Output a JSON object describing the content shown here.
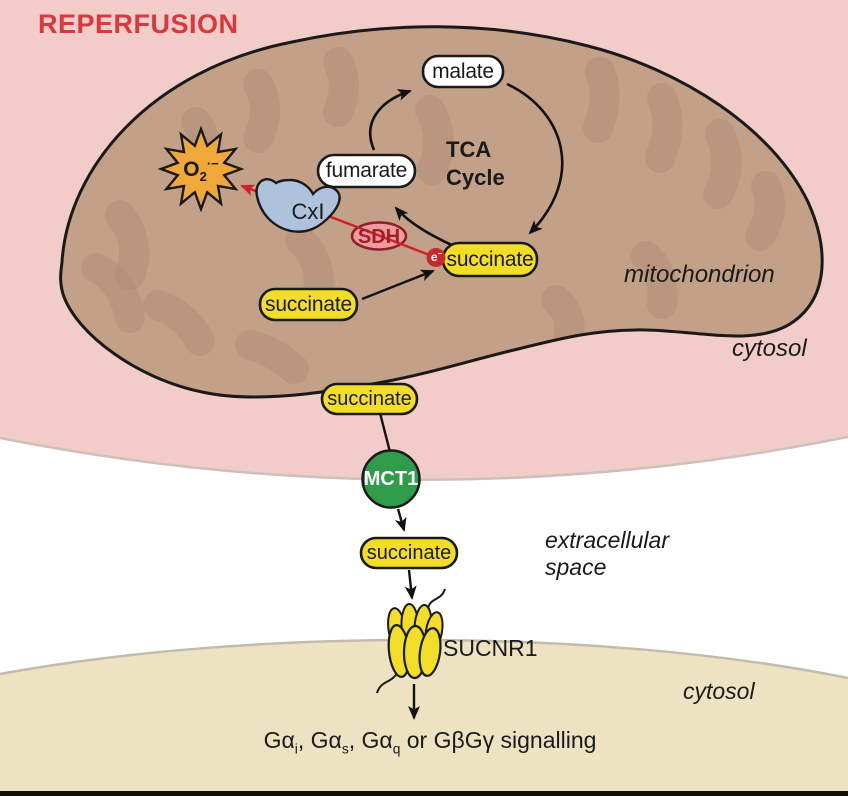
{
  "title": "REPERFUSION",
  "mitochondrion": {
    "label": "mitochondrion",
    "tca_label": "TCA Cycle",
    "metabolites": {
      "malate": "malate",
      "fumarate": "fumarate",
      "succinate_cycle": "succinate",
      "succinate_matrix": "succinate"
    },
    "enzymes": {
      "sdh": "SDH",
      "complex1": "CxI"
    },
    "ros": {
      "base": "O",
      "subscript": "2",
      "superscript": "·−"
    },
    "electron": {
      "base": "e",
      "superscript": "−"
    }
  },
  "cytosol_upper_label": "cytosol",
  "cytosol_succinate": "succinate",
  "transporter_label": "MCT1",
  "extracellular": {
    "label": "extracellular space",
    "succinate": "succinate"
  },
  "receptor_label": "SUCNR1",
  "cytosol_lower_label": "cytosol",
  "signalling": {
    "g_alpha_1": "Gα",
    "sub_1": "i",
    "g_alpha_2": ", Gα",
    "sub_2": "s",
    "g_alpha_3": ", Gα",
    "sub_3": "q",
    "tail": " or GβGγ signalling"
  },
  "colors": {
    "title_red": "#D8393C",
    "cytosol_upper_pink": "#F2CCC8",
    "mitochondrion_fill": "#C2A188",
    "cytosol_lower_beige": "#EDE2C2",
    "succinate_yellow": "#F2DE27",
    "sdh_pink": "#EF9B9D",
    "complex1_blue": "#AEC2DD",
    "ros_orange": "#F1A83B",
    "mct1_green": "#2E9C49",
    "electron_red": "#C62A2D",
    "arrow_red": "#D02027"
  }
}
